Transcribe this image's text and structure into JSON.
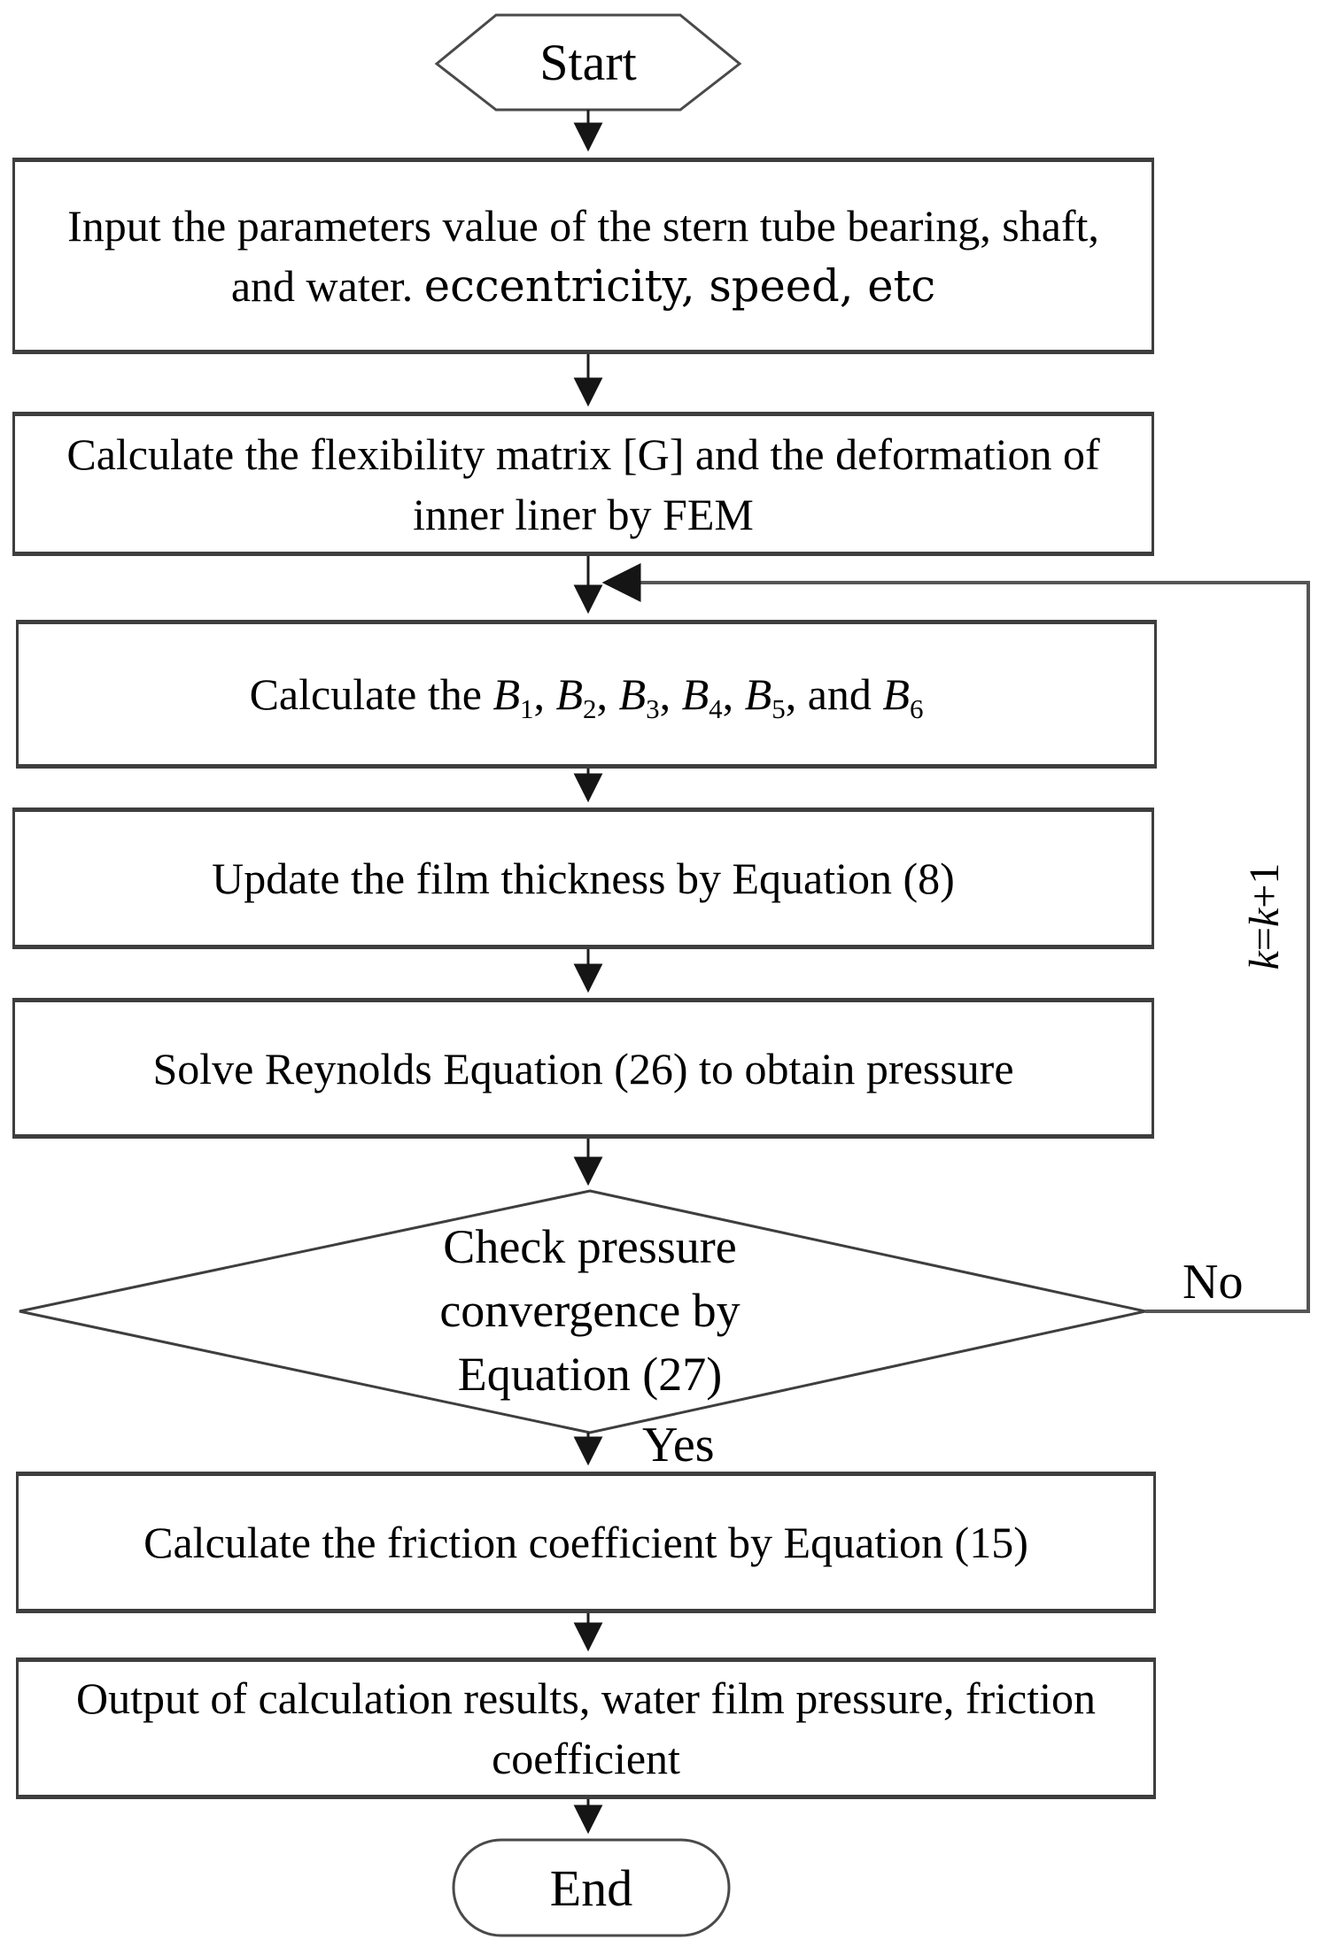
{
  "flowchart": {
    "title_hint": "Iterative calculation flowchart for stern tube bearing lubrication",
    "colors": {
      "background": "#ffffff",
      "box_border": "#3e3e3e",
      "main_line": "#1c1c1c",
      "feedback_line": "#555555",
      "text": "#000000"
    },
    "nodes": {
      "start": {
        "label": "Start",
        "shape": "hexagon"
      },
      "input": {
        "shape": "process",
        "segments": [
          {
            "text": "Input the parameters value of the stern tube bearing, shaft, and water. "
          },
          {
            "text": "eccentricity, speed, etc",
            "style": "alt"
          }
        ]
      },
      "flexibility": {
        "shape": "process",
        "text": "Calculate the flexibility matrix [G] and the deformation of inner liner by FEM"
      },
      "calc_b": {
        "shape": "process",
        "segments": [
          {
            "text": "Calculate the "
          },
          {
            "text": "B",
            "style": "it"
          },
          {
            "text": "1",
            "style": "sub"
          },
          {
            "text": ", "
          },
          {
            "text": "B",
            "style": "it"
          },
          {
            "text": "2",
            "style": "sub"
          },
          {
            "text": ", "
          },
          {
            "text": "B",
            "style": "it"
          },
          {
            "text": "3",
            "style": "sub"
          },
          {
            "text": ", "
          },
          {
            "text": "B",
            "style": "it"
          },
          {
            "text": "4",
            "style": "sub"
          },
          {
            "text": ", "
          },
          {
            "text": "B",
            "style": "it"
          },
          {
            "text": "5",
            "style": "sub"
          },
          {
            "text": ", and "
          },
          {
            "text": "B",
            "style": "it"
          },
          {
            "text": "6",
            "style": "sub"
          }
        ]
      },
      "film": {
        "shape": "process",
        "text": "Update the film thickness by Equation (8)"
      },
      "reynolds": {
        "shape": "process",
        "text": "Solve Reynolds Equation (26) to obtain pressure"
      },
      "convergence": {
        "shape": "decision",
        "text": "Check pressure convergence by Equation (27)"
      },
      "friction": {
        "shape": "process",
        "text": "Calculate the friction coefficient by Equation (15)"
      },
      "output": {
        "shape": "process",
        "text": "Output of calculation results, water film pressure, friction coefficient"
      },
      "end": {
        "label": "End",
        "shape": "stadium"
      }
    },
    "edge_labels": {
      "yes": "Yes",
      "no": "No",
      "iteration": {
        "segments": [
          {
            "text": "k",
            "style": "it"
          },
          {
            "text": "="
          },
          {
            "text": "k",
            "style": "it"
          },
          {
            "text": "+1"
          }
        ]
      }
    }
  }
}
